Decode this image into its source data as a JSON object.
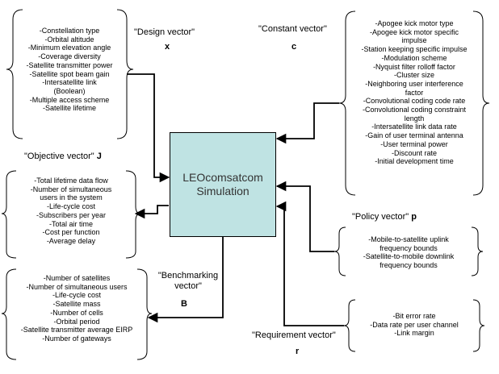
{
  "simulation": {
    "line1": "LEOcomsatcom",
    "line2": "Simulation"
  },
  "design": {
    "label": "\"Design vector\"",
    "symbol": "x",
    "items": [
      "-Constellation type",
      "-Orbital altitude",
      "-Minimum elevation angle",
      "-Coverage diversity",
      "-Satellite transmitter power",
      "-Satellite spot beam gain",
      "-Intersatellite link",
      "(Boolean)",
      "-Multiple access scheme",
      "-Satellite lifetime"
    ]
  },
  "constant": {
    "label": "\"Constant vector\"",
    "symbol": "c",
    "items": [
      "-Apogee kick motor type",
      "-Apogee kick motor specific",
      "impulse",
      "-Station keeping specific impulse",
      "-Modulation scheme",
      "-Nyquist filter rolloff factor",
      "-Cluster size",
      "-Neighboring user interference",
      "factor",
      "-Convolutional coding code rate",
      "-Convolutional coding constraint",
      "length",
      "-Intersatellite link data rate",
      "-Gain of user terminal antenna",
      "-User terminal power",
      "-Discount rate",
      "-Initial development time"
    ]
  },
  "objective": {
    "label": "\"Objective vector\"",
    "symbol": "J",
    "items": [
      "-Total lifetime data flow",
      "-Number of simultaneous",
      "users in the system",
      "-Life-cycle cost",
      "-Subscribers per year",
      "-Total air time",
      "-Cost per function",
      "-Average delay"
    ]
  },
  "policy": {
    "label": "\"Policy vector\"",
    "symbol": "p",
    "items": [
      "-Mobile-to-satellite uplink",
      "frequency bounds",
      "-Satellite-to-mobile downlink",
      "frequency bounds"
    ]
  },
  "benchmarking": {
    "label_line1": "\"Benchmarking",
    "label_line2": "vector\"",
    "symbol": "B",
    "items": [
      "-Number of satellites",
      "-Number of simultaneous users",
      "-Life-cycle cost",
      "-Satellite mass",
      "-Number of cells",
      "-Orbital period",
      "-Satellite transmitter average EIRP",
      "-Number of gateways"
    ]
  },
  "requirement": {
    "label": "\"Requirement vector\"",
    "symbol": "r",
    "items": [
      "-Bit error rate",
      "-Data rate per user channel",
      "-Link margin"
    ]
  }
}
